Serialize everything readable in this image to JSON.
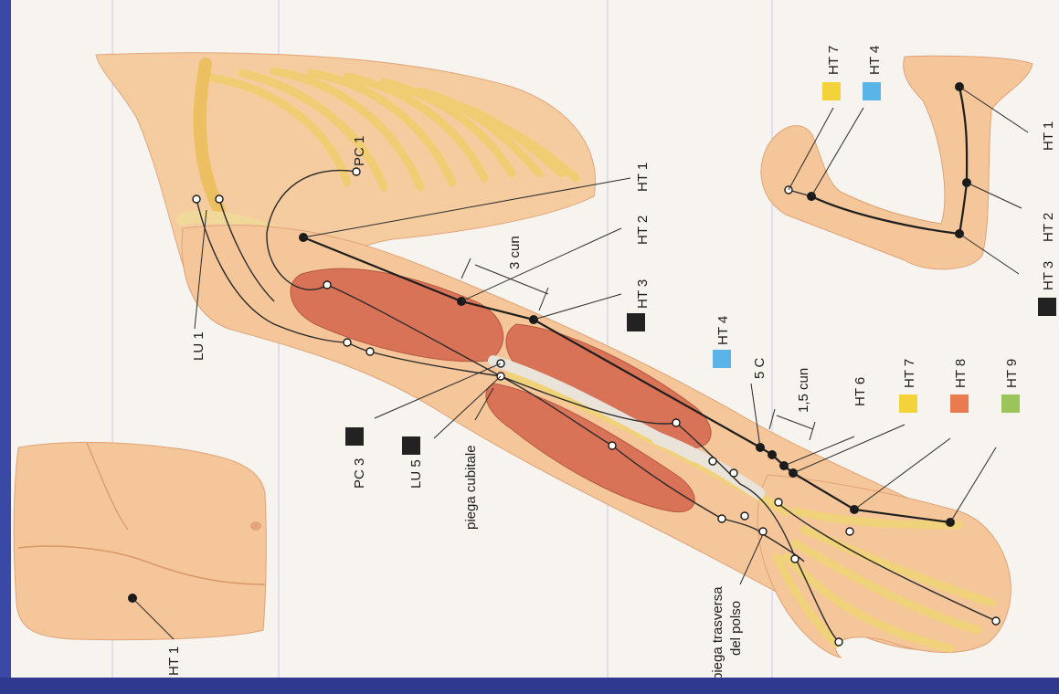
{
  "colors": {
    "skin": "#f3c79b",
    "skin_shade": "#e6a77a",
    "bone": "#f2d27a",
    "muscle": "#d9745a",
    "tendon": "#e9e3da",
    "frame": "#3a48a6",
    "swatch_black": "#222222",
    "swatch_blue": "#5bb4e8",
    "swatch_yellow": "#f3d23a",
    "swatch_orange": "#ea7a50",
    "swatch_green": "#9bc45a"
  },
  "main_figure": {
    "labels": {
      "pc1": "PC 1",
      "ht1": "HT 1",
      "ht2": "HT 2",
      "ht3": "HT 3",
      "three_cun": "3 cun",
      "lu1": "LU 1",
      "pc3": "PC 3",
      "lu5": "LU 5",
      "piega_cubitale": "piega cubitale",
      "ht4": "HT 4",
      "five_c": "5 C",
      "one_five_cun": "1,5 cun",
      "ht6": "HT 6",
      "ht7": "HT 7",
      "ht8": "HT 8",
      "ht9": "HT 9",
      "piega_trasversa_line1": "piega trasversa",
      "piega_trasversa_line2": "del polso"
    },
    "swatches": {
      "ht3": "black",
      "pc3": "black",
      "lu5": "black",
      "ht4": "blue",
      "ht7": "yellow",
      "ht8": "orange",
      "ht9": "green"
    }
  },
  "inset_arm": {
    "labels": {
      "ht7": "HT 7",
      "ht4": "HT 4",
      "ht1": "HT 1",
      "ht2": "HT 2",
      "ht3": "HT 3"
    },
    "swatches": {
      "ht7": "yellow",
      "ht4": "blue",
      "ht3": "black"
    }
  },
  "inset_axilla": {
    "labels": {
      "ht1": "HT 1"
    }
  }
}
